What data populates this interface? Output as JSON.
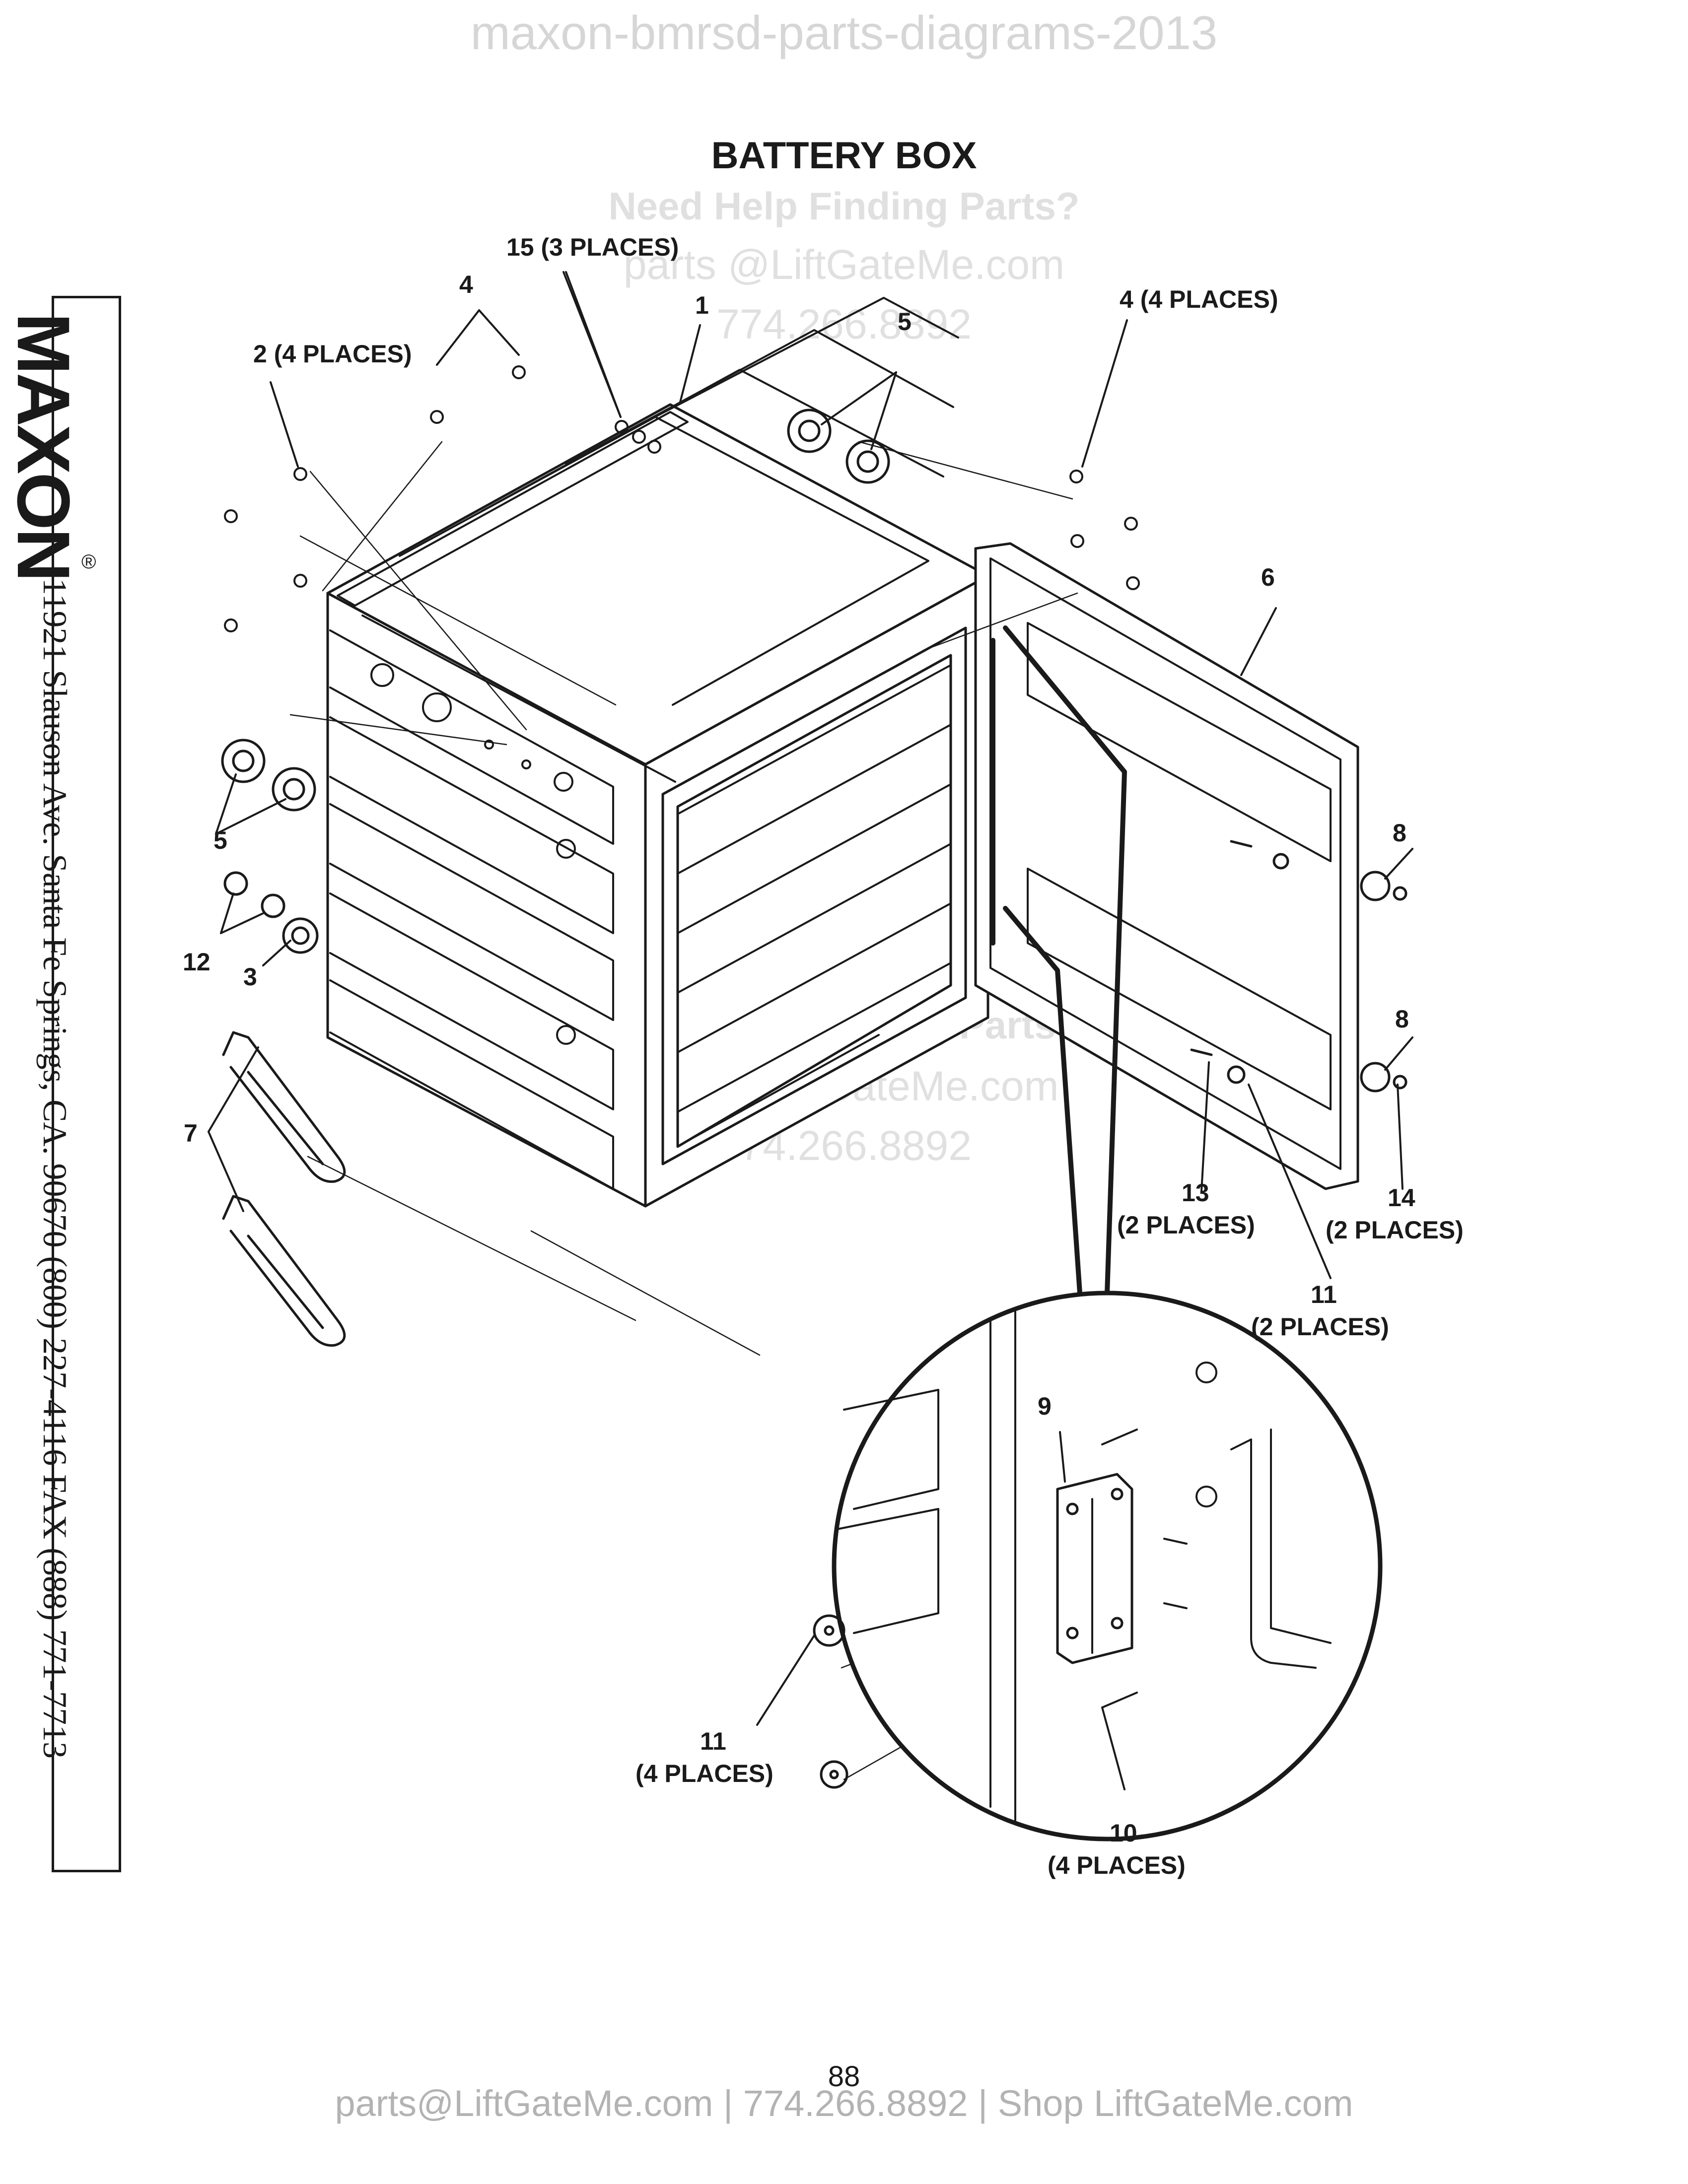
{
  "header": {
    "doc_name": "maxon-bmrsd-parts-diagrams-2013"
  },
  "title": "BATTERY BOX",
  "watermark": {
    "help": "Need Help Finding Parts?",
    "email": "parts @LiftGateMe.com",
    "phone": "774.266.8892",
    "help2": "Need Help Finding Parts?",
    "email2": "parts@LiftGateMe.com",
    "phone2": "774.266.8892"
  },
  "sidebar": {
    "logo": "MAXON",
    "registered": "®",
    "address": "11921 Slauson Ave.  Santa Fe Springs, CA.  90670  (800) 227-4116  FAX (888) 771-7713"
  },
  "callouts": {
    "c15": "15 (3 PLACES)",
    "c1": "1",
    "c4a": "4",
    "c4b": "4 (4 PLACES)",
    "c2": "2 (4 PLACES)",
    "c5a": "5",
    "c5b": "5",
    "c6": "6",
    "c8a": "8",
    "c8b": "8",
    "c12": "12",
    "c3": "3",
    "c7": "7",
    "c13_num": "13",
    "c13_qty": "(2 PLACES)",
    "c14_num": "14",
    "c14_qty": "(2 PLACES)",
    "c11a_num": "11",
    "c11a_qty": "(2 PLACES)",
    "c9": "9",
    "c11b_num": "11",
    "c11b_qty": "(4 PLACES)",
    "c10_num": "10",
    "c10_qty": "(4 PLACES)"
  },
  "page_number": "88",
  "footer": "parts@LiftGateMe.com | 774.266.8892 | Shop LiftGateMe.com",
  "colors": {
    "ink": "#1a1a1a",
    "watermark": "#e0e0e0",
    "footer": "#b3b3b3"
  }
}
